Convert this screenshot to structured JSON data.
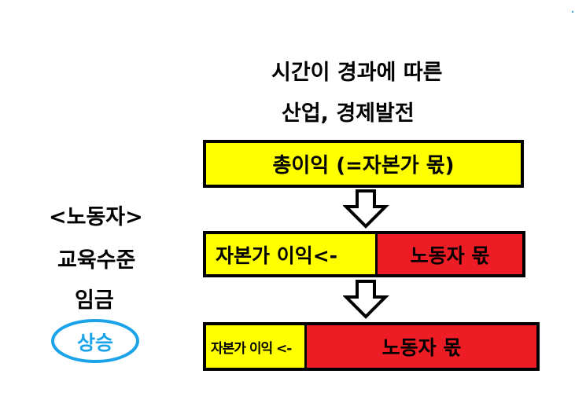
{
  "title": {
    "line1": "시간이 경과에 따른",
    "line2": "산업, 경제발전"
  },
  "stage1": {
    "text": "총이익 (=자본가 몫)"
  },
  "stage2": {
    "capital": "자본가 이익<-",
    "labor": "노동자 몫"
  },
  "stage3": {
    "capital": "자본가 이익 <-",
    "labor": "노동자 몫"
  },
  "side": {
    "header": "<노동자>",
    "item1": "교육수준",
    "item2": "임금",
    "badge": "상승"
  },
  "colors": {
    "yellow": "#ffff00",
    "red": "#ee1c24",
    "badge_blue": "#1aa3e8",
    "corner_dot": "#2b9be0"
  }
}
